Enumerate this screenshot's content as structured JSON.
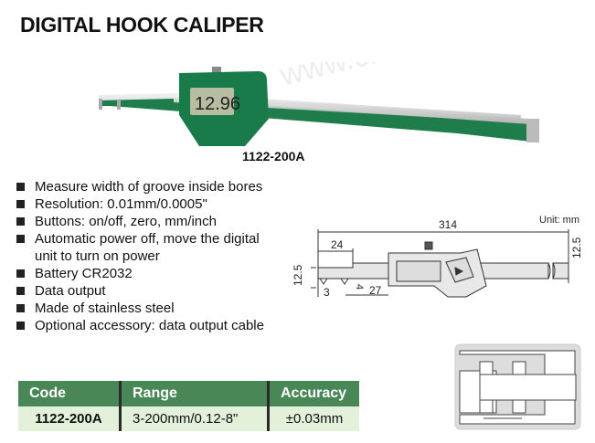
{
  "title": "DIGITAL HOOK CALIPER",
  "model": "1122-200A",
  "display_reading": "12.96",
  "watermark": "www.chandcompany.com",
  "features": [
    "Measure width of groove inside bores",
    "Resolution: 0.01mm/0.0005\"",
    "Buttons: on/off, zero, mm/inch",
    "Automatic power off, move the digital unit to turn on power",
    "Battery CR2032",
    "Data output",
    "Made of stainless steel",
    "Optional accessory: data output cable"
  ],
  "diagram": {
    "unit": "Unit: mm",
    "dims": {
      "total": "314",
      "hook": "24",
      "height_left": "12.5",
      "height_right": "12.5",
      "tip": "3",
      "gap": "4",
      "offset": "27"
    }
  },
  "table": {
    "headers": [
      "Code",
      "Range",
      "Accuracy"
    ],
    "rows": [
      [
        "1122-200A",
        "3-200mm/0.12-8\"",
        "±0.03mm"
      ]
    ]
  },
  "colors": {
    "header_green": "#4a8757",
    "row_bg": "#e3f0da",
    "caliper_green": "#1e7a4a"
  }
}
